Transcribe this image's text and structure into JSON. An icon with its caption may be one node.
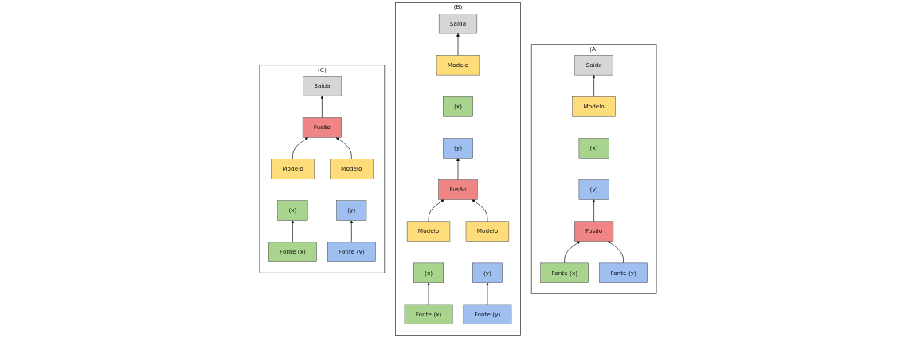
{
  "diagram": {
    "nodes": [
      {
        "text": [
          "(A)"
        ]
      },
      {
        "text": [
          "Saída"
        ],
        "in": 0
      },
      {
        "text": [
          "Modelo"
        ],
        "in": 0
      },
      {
        "text": [
          "(x)"
        ],
        "in": 0
      },
      {
        "text": [
          "(y)"
        ],
        "in": 0
      },
      {
        "text": [
          "Fusão"
        ],
        "in": 0
      },
      {
        "text": [
          "Fonte (x)"
        ],
        "in": 0
      },
      {
        "text": [
          "Fonte (y)"
        ],
        "in": 0
      },
      {
        "text": [
          "(B)"
        ]
      },
      {
        "text": [
          "Saída"
        ],
        "in": 8
      },
      {
        "text": [
          "Modelo"
        ],
        "in": 8
      },
      {
        "text": [
          "(x)"
        ],
        "in": 8
      },
      {
        "text": [
          "(y)"
        ],
        "in": 8
      },
      {
        "text": [
          "Fusão"
        ],
        "in": 8
      },
      {
        "text": [
          "Modelo"
        ],
        "in": 8
      },
      {
        "text": [
          "(x)"
        ],
        "in": 8
      },
      {
        "text": [
          "Modelo"
        ],
        "in": 8
      },
      {
        "text": [
          "(y)"
        ],
        "in": 8
      },
      {
        "text": [
          "Fonte (x)"
        ],
        "in": 8
      },
      {
        "text": [
          "Fonte (y)"
        ],
        "in": 8
      },
      {
        "text": [
          "(C)"
        ]
      },
      {
        "text": [
          "Saída"
        ],
        "in": 20
      },
      {
        "text": [
          "Fusão"
        ],
        "in": 20
      },
      {
        "text": [
          "Modelo"
        ],
        "in": 20
      },
      {
        "text": [
          "(x)"
        ],
        "in": 20
      },
      {
        "text": [
          "Modelo"
        ],
        "in": 20
      },
      {
        "text": [
          "(y)"
        ],
        "in": 20
      },
      {
        "text": [
          "Fonte (x)"
        ],
        "in": 20
      },
      {
        "text": [
          "Fonte (y)"
        ],
        "in": 20
      }
    ],
    "edges": [
      {
        "from": 2,
        "to": 1,
        "arrow": "to"
      },
      {
        "from": 5,
        "to": 4,
        "arrow": "to"
      },
      {
        "from": 6,
        "to": 5,
        "arrow": "to"
      },
      {
        "from": 7,
        "to": 5,
        "arrow": "to"
      },
      {
        "from": 10,
        "to": 9,
        "arrow": "to"
      },
      {
        "from": 13,
        "to": 12,
        "arrow": "to"
      },
      {
        "from": 14,
        "to": 13,
        "arrow": "to"
      },
      {
        "from": 16,
        "to": 13,
        "arrow": "to"
      },
      {
        "from": 18,
        "to": 15,
        "arrow": "to"
      },
      {
        "from": 19,
        "to": 17,
        "arrow": "to"
      },
      {
        "from": 22,
        "to": 21,
        "arrow": "to"
      },
      {
        "from": 23,
        "to": 22,
        "arrow": "to"
      },
      {
        "from": 25,
        "to": 22,
        "arrow": "to"
      },
      {
        "from": 27,
        "to": 24,
        "arrow": "to"
      },
      {
        "from": 28,
        "to": 26,
        "arrow": "to"
      }
    ]
  }
}
